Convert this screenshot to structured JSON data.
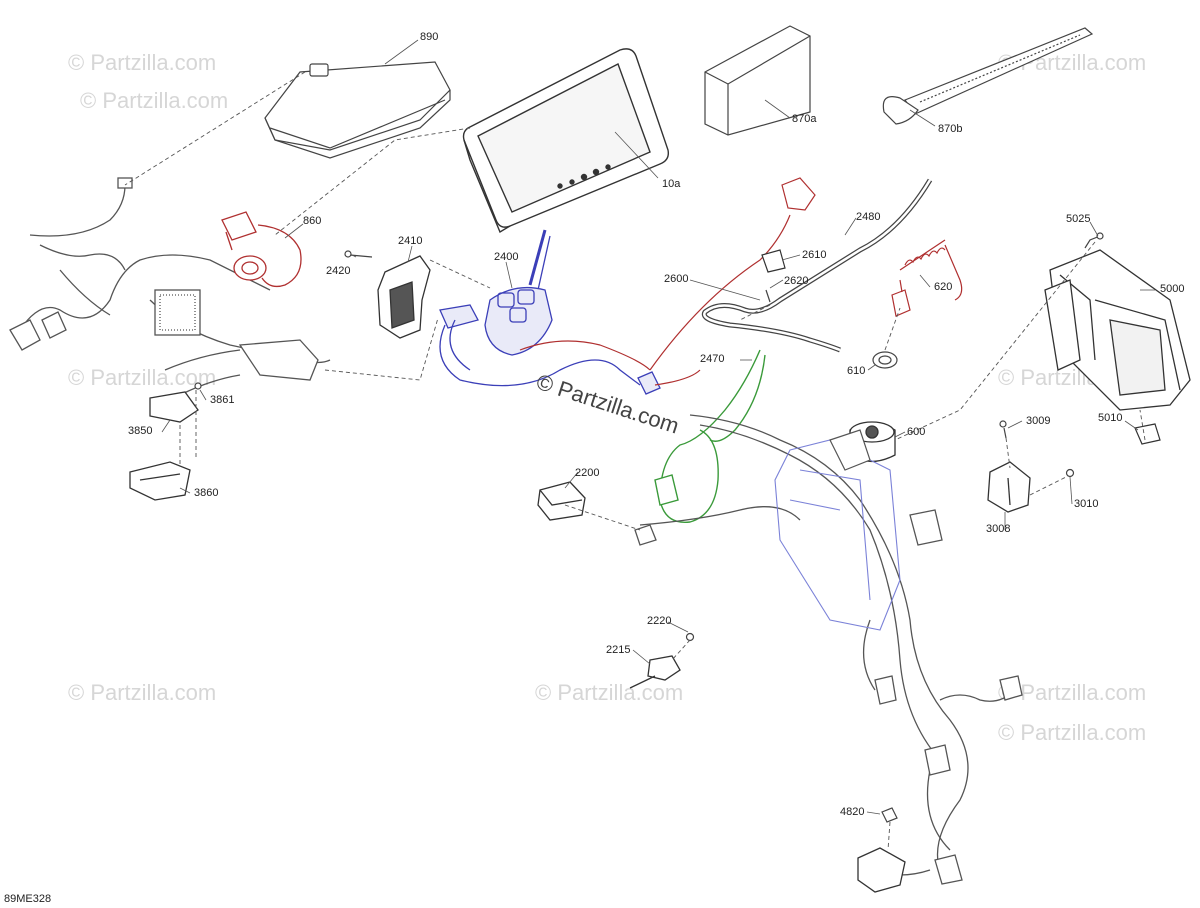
{
  "watermarks": {
    "main": "© Partzilla.com",
    "tiles": [
      "© Partzilla.com",
      "© Partzilla.com",
      "© Partzilla.com",
      "© Partzilla.com",
      "© Partzilla.com",
      "© Partzilla.com",
      "© Partzilla.com",
      "© Partzilla.com",
      "© Partzilla.com"
    ]
  },
  "diagram_code": "89ME328",
  "callouts": [
    {
      "id": "890",
      "text": "890"
    },
    {
      "id": "10a",
      "text": "10a"
    },
    {
      "id": "870a",
      "text": "870a"
    },
    {
      "id": "870b",
      "text": "870b"
    },
    {
      "id": "860",
      "text": "860"
    },
    {
      "id": "2410",
      "text": "2410"
    },
    {
      "id": "2420",
      "text": "2420"
    },
    {
      "id": "2400",
      "text": "2400"
    },
    {
      "id": "2610",
      "text": "2610"
    },
    {
      "id": "2620",
      "text": "2620"
    },
    {
      "id": "2600",
      "text": "2600"
    },
    {
      "id": "2480",
      "text": "2480"
    },
    {
      "id": "620",
      "text": "620"
    },
    {
      "id": "5025",
      "text": "5025"
    },
    {
      "id": "5000",
      "text": "5000"
    },
    {
      "id": "610",
      "text": "610"
    },
    {
      "id": "2470",
      "text": "2470"
    },
    {
      "id": "600",
      "text": "600"
    },
    {
      "id": "3009",
      "text": "3009"
    },
    {
      "id": "5010",
      "text": "5010"
    },
    {
      "id": "3861",
      "text": "3861"
    },
    {
      "id": "3850",
      "text": "3850"
    },
    {
      "id": "3860",
      "text": "3860"
    },
    {
      "id": "2200",
      "text": "2200"
    },
    {
      "id": "3010",
      "text": "3010"
    },
    {
      "id": "3008",
      "text": "3008"
    },
    {
      "id": "2220",
      "text": "2220"
    },
    {
      "id": "2215",
      "text": "2215"
    },
    {
      "id": "4820",
      "text": "4820"
    }
  ],
  "colors": {
    "line": "#555555",
    "red_part": "#b03030",
    "blue_part": "#3b3fb8",
    "green_part": "#3a9a3a",
    "watermark": "#d6d6d6"
  }
}
